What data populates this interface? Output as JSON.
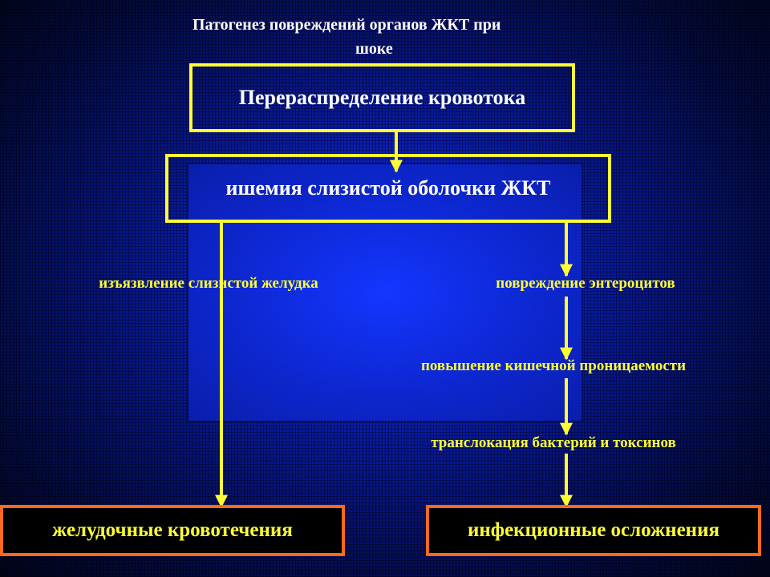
{
  "title": {
    "line1": "Патогенез повреждений органов ЖКТ при",
    "line2": "шоке"
  },
  "nodes": {
    "redistribution": "Перераспределение кровотока",
    "ischemia": "ишемия слизистой оболочки ЖКТ",
    "gastric_ulcer": "изъязвление слизистой желудка",
    "enterocyte_damage": "повреждение энтероцитов",
    "permeability": "повышение кишечной проницаемости",
    "translocation": "транслокация бактерий и токсинов",
    "gastric_bleeding": "желудочные кровотечения",
    "infectious_complications": "инфекционные осложнения"
  },
  "colors": {
    "box_border": "#ffff33",
    "outcome_border": "#ff6a1a",
    "arrow": "#ffff33",
    "label_text": "#ffff33",
    "box_text": "#ffffff"
  }
}
